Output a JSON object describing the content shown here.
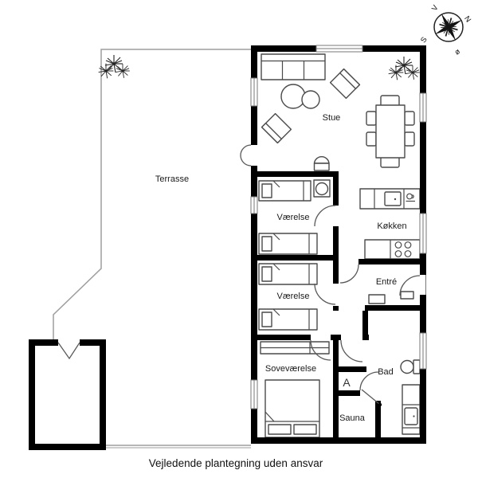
{
  "caption": "Vejledende plantegning uden ansvar",
  "compass": {
    "west": "V",
    "north": "N",
    "south": "S",
    "east": "ø"
  },
  "rooms": {
    "terrasse": {
      "label": "Terrasse"
    },
    "stue": {
      "label": "Stue"
    },
    "vaerelse1": {
      "label": "Værelse"
    },
    "koekken": {
      "label": "Køkken"
    },
    "vaerelse2": {
      "label": "Værelse"
    },
    "entre": {
      "label": "Entré"
    },
    "sovevaerelse": {
      "label": "Soveværelse"
    },
    "bad": {
      "label": "Bad"
    },
    "sauna": {
      "label": "Sauna"
    }
  },
  "symbols": {
    "loft_ladder": "A"
  },
  "icons": {
    "compass_rose": "compass rose with V/N/S/ø points",
    "plant": "potted plant burst symbol",
    "sofa": "three-seat sofa",
    "armchair": "armchair",
    "coffee_tables": "two round coffee tables",
    "fireplace": "wood stove against wall",
    "dining_set": "dining table with six chairs",
    "single_bed": "single bed with pillow",
    "double_bed": "double bed with two pillows",
    "washbasin": "corner washbasin",
    "wardrobe": "built-in wardrobe",
    "kitchen_counter": "kitchen counter with sink and coffee maker",
    "stove_top": "four-burner hob",
    "toilet": "toilet",
    "bath_counter": "bathroom counter with sink",
    "door_swing": "door swing arc",
    "window": "window in wall"
  },
  "colors": {
    "walls": "#000000",
    "furniture_outline": "#4a4a4a",
    "door_swing": "#595959",
    "terrace_outline": "#9e9e9e",
    "label_text": "#1a1a1a",
    "background": "#ffffff"
  }
}
